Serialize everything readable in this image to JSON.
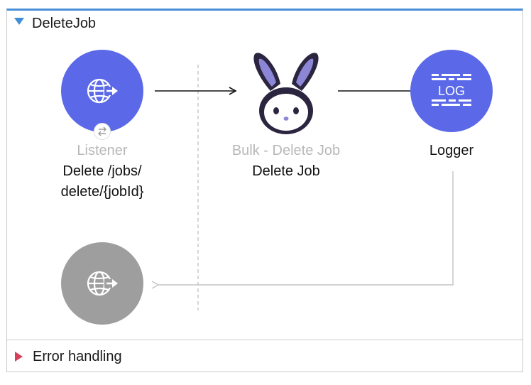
{
  "flow": {
    "title": "DeleteJob",
    "accent_color": "#3d8fd9"
  },
  "nodes": {
    "listener": {
      "type_label": "Listener",
      "name_line1": "Delete /jobs/",
      "name_line2": "delete/{jobId}",
      "icon": "globe-arrow-icon",
      "badge_icon": "exchange-arrows-icon",
      "color": "#5b69e8"
    },
    "bulk_delete": {
      "type_label": "Bulk - Delete Job",
      "name": "Delete Job",
      "icon": "rabbit-icon"
    },
    "logger": {
      "name": "Logger",
      "icon": "log-icon",
      "icon_text": "LOG",
      "color": "#5b69e8"
    },
    "response": {
      "icon": "globe-arrow-icon",
      "color": "#9e9e9e"
    }
  },
  "error_handling": {
    "label": "Error handling",
    "color": "#d64159"
  }
}
